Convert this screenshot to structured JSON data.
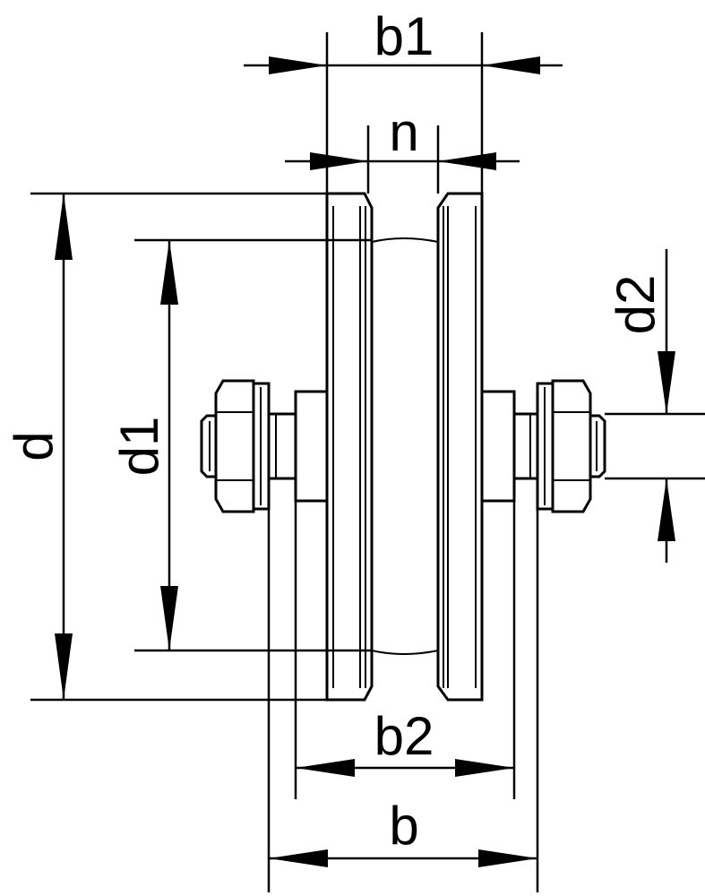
{
  "labels": {
    "b1": "b1",
    "n": "n",
    "d": "d",
    "d1": "d1",
    "d2": "d2",
    "b2": "b2",
    "b": "b"
  },
  "colors": {
    "line": "#000000",
    "background": "#ffffff"
  }
}
